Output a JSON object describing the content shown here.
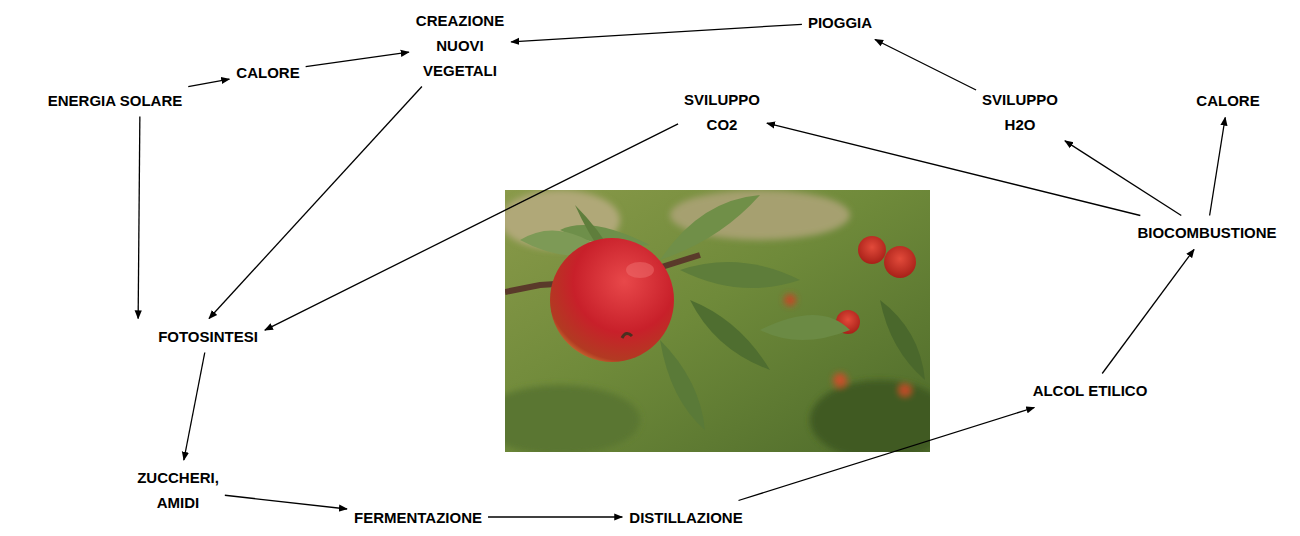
{
  "diagram": {
    "nodes": [
      {
        "text": [
          "ENERGIA SOLARE"
        ]
      },
      {
        "text": [
          "CALORE"
        ]
      },
      {
        "text": [
          "CREAZIONE NUOVI VEGETALI"
        ]
      },
      {
        "text": [
          "PIOGGIA"
        ]
      },
      {
        "text": [
          "SVILUPPO CO2"
        ]
      },
      {
        "text": [
          "SVILUPPO H2O"
        ]
      },
      {
        "text": [
          "CALORE"
        ]
      },
      {
        "text": [
          "FOTOSINTESI"
        ]
      },
      {
        "text": [
          "BIOCOMBUSTIONE"
        ]
      },
      {
        "text": [
          "ALCOL ETILICO"
        ]
      },
      {
        "text": [
          "ZUCCHERI, AMIDI"
        ]
      },
      {
        "text": [
          "FERMENTAZIONE"
        ]
      },
      {
        "text": [
          "DISTILLAZIONE"
        ]
      }
    ],
    "edges": [
      {
        "from": 0,
        "to": 1,
        "arrow": "to"
      },
      {
        "from": 1,
        "to": 2,
        "arrow": "to"
      },
      {
        "from": 3,
        "to": 2,
        "arrow": "to"
      },
      {
        "from": 2,
        "to": 7,
        "arrow": "to"
      },
      {
        "from": 4,
        "to": 7,
        "arrow": "to"
      },
      {
        "from": 0,
        "to": 7,
        "arrow": "to"
      },
      {
        "from": 5,
        "to": 3,
        "arrow": "to"
      },
      {
        "from": 8,
        "to": 5,
        "arrow": "to"
      },
      {
        "from": 8,
        "to": 6,
        "arrow": "to"
      },
      {
        "from": 8,
        "to": 4,
        "arrow": "to"
      },
      {
        "from": 7,
        "to": 10,
        "arrow": "to"
      },
      {
        "from": 10,
        "to": 11,
        "arrow": "to"
      },
      {
        "from": 11,
        "to": 12,
        "arrow": "to"
      },
      {
        "from": 12,
        "to": 9,
        "arrow": "to"
      },
      {
        "from": 9,
        "to": 8,
        "arrow": "to"
      }
    ]
  }
}
